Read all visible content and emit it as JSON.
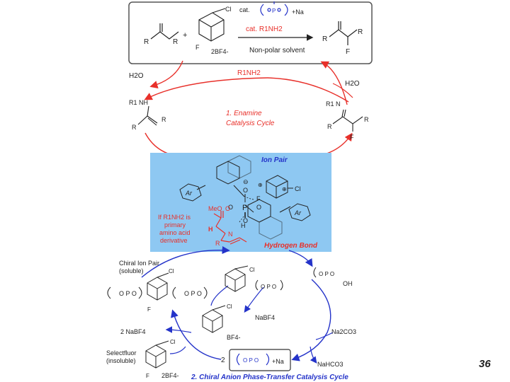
{
  "header_box": {
    "reagent_cat_label": "cat.",
    "reagent_na": "+Na",
    "cat_amine": "cat. R1NH2",
    "solvent": "Non-polar solvent",
    "bf4": "2BF4-",
    "ketone_r_left": "R",
    "ketone_r_right": "R",
    "product_r_left": "R",
    "product_r_right": "R",
    "product_f": "F",
    "selectfluor_f": "F",
    "selectfluor_cl": "Cl"
  },
  "enamine_cycle": {
    "amine_top": "R1NH2",
    "water_left": "H2O",
    "water_right": "H2O",
    "title_line1": "1.  Enamine",
    "title_line2": "Catalysis Cycle",
    "enamine_nh": "R1 NH",
    "enamine_r1": "R",
    "enamine_r2": "R",
    "imine_n": "R1 N",
    "imine_r1": "R",
    "imine_r2": "R",
    "imine_f": "F"
  },
  "ion_pair_box": {
    "title": "Ion Pair",
    "hbond": "Hydrogen Bond",
    "ar_left": "Ar",
    "ar_right": "Ar",
    "note_lines": [
      "If R1NH2 is",
      "primary",
      "amino acid",
      "derivative"
    ],
    "meo": "MeO",
    "h_left": "H",
    "h_right": "H",
    "n_label": "N",
    "r_label": "R",
    "cl": "Cl",
    "f": "F"
  },
  "ptc_cycle": {
    "chiral_ion_pair_line1": "Chiral Ion Pair",
    "chiral_ion_pair_line2": "(soluble)",
    "nabf4_left": "2 NaBF4",
    "nabf4_right": "NaBF4",
    "bf4_mid": "BF4-",
    "selectfluor_line1": "Selectfluor",
    "selectfluor_line2": "(insoluble)",
    "selectfluor_bf4": "2BF4-",
    "na2co3": "Na2CO3",
    "nahco3": "NaHCO3",
    "count_two": "2",
    "na_label": "+Na",
    "oh": "OH",
    "title": "2. Chiral Anion Phase-Transfer Catalysis Cycle"
  },
  "page_number": "36",
  "colors": {
    "red": "#e8302a",
    "blue": "#2433c9",
    "panel_blue": "#8ec8f2",
    "box_border": "#555555"
  }
}
